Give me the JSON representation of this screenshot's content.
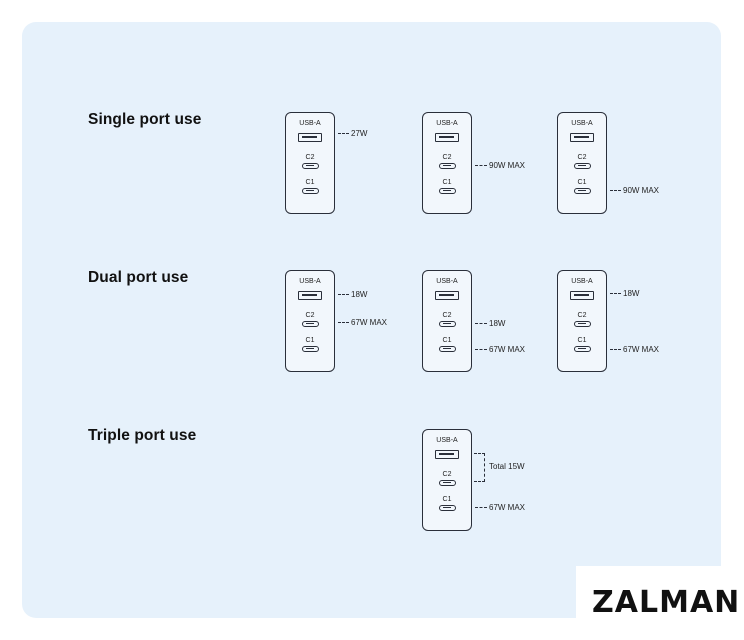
{
  "sections": [
    {
      "title": "Single port use",
      "configs": [
        {
          "port_labels": [
            "USB-A",
            "C2",
            "C1"
          ],
          "annotations": [
            {
              "port": "usba",
              "text": "27W"
            }
          ]
        },
        {
          "port_labels": [
            "USB-A",
            "C2",
            "C1"
          ],
          "annotations": [
            {
              "port": "c2",
              "text": "90W MAX"
            }
          ]
        },
        {
          "port_labels": [
            "USB-A",
            "C2",
            "C1"
          ],
          "annotations": [
            {
              "port": "c1",
              "text": "90W MAX"
            }
          ]
        }
      ]
    },
    {
      "title": "Dual port use",
      "configs": [
        {
          "port_labels": [
            "USB-A",
            "C2",
            "C1"
          ],
          "annotations": [
            {
              "port": "usba",
              "text": "18W"
            },
            {
              "port": "c2",
              "text": "67W MAX"
            }
          ]
        },
        {
          "port_labels": [
            "USB-A",
            "C2",
            "C1"
          ],
          "annotations": [
            {
              "port": "c2",
              "text": "18W"
            },
            {
              "port": "c1",
              "text": "67W MAX"
            }
          ]
        },
        {
          "port_labels": [
            "USB-A",
            "C2",
            "C1"
          ],
          "annotations": [
            {
              "port": "usba",
              "text": "18W"
            },
            {
              "port": "c1",
              "text": "67W MAX"
            }
          ]
        }
      ]
    },
    {
      "title": "Triple port use",
      "configs": [
        {
          "port_labels": [
            "USB-A",
            "C2",
            "C1"
          ],
          "annotations": [
            {
              "port": "usba+c2",
              "text": "Total 15W"
            },
            {
              "port": "c1",
              "text": "67W MAX"
            }
          ]
        }
      ]
    }
  ],
  "brand": {
    "logo_text": "ZALMAN"
  }
}
